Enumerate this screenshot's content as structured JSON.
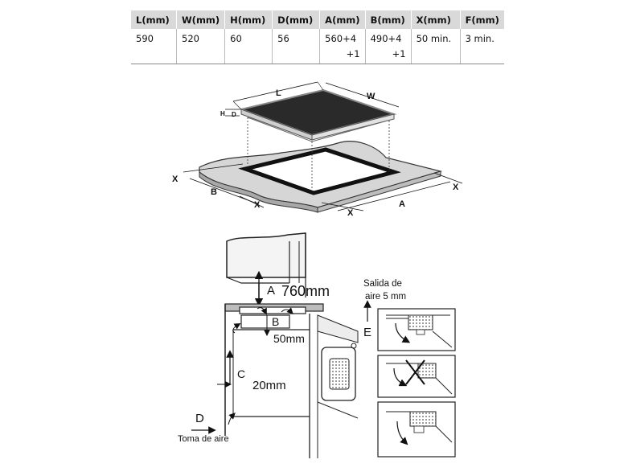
{
  "table": {
    "headers": [
      "L(mm)",
      "W(mm)",
      "H(mm)",
      "D(mm)",
      "A(mm)",
      "B(mm)",
      "X(mm)",
      "F(mm)"
    ],
    "row": [
      {
        "line1": "590",
        "line2": ""
      },
      {
        "line1": "520",
        "line2": ""
      },
      {
        "line1": "60",
        "line2": ""
      },
      {
        "line1": "56",
        "line2": ""
      },
      {
        "line1": "560+4",
        "line2": "+1"
      },
      {
        "line1": "490+4",
        "line2": "+1"
      },
      {
        "line1": "50 min.",
        "line2": ""
      },
      {
        "line1": "3 min.",
        "line2": ""
      }
    ]
  },
  "top_diagram": {
    "label_L": "L",
    "label_W": "W",
    "label_H": "H",
    "label_D": "D",
    "label_X_left": "X",
    "label_X_right": "X",
    "label_X_bottom_left": "X",
    "label_X_bottom_mid": "X",
    "label_B": "B",
    "label_A": "A"
  },
  "install_diagram": {
    "label_A": "A",
    "value_A": "760mm",
    "label_B": "B",
    "value_B": "50mm",
    "label_C": "C",
    "value_C": "20mm",
    "label_D": "D",
    "air_intake": "Toma de aire",
    "air_outlet_line1": "Salida de",
    "air_outlet_line2": "aire 5 mm",
    "label_E": "E"
  },
  "colors": {
    "glass": "#2a2a2a",
    "counter": "#d6d6d6",
    "header_bg": "#d9d9d9"
  }
}
